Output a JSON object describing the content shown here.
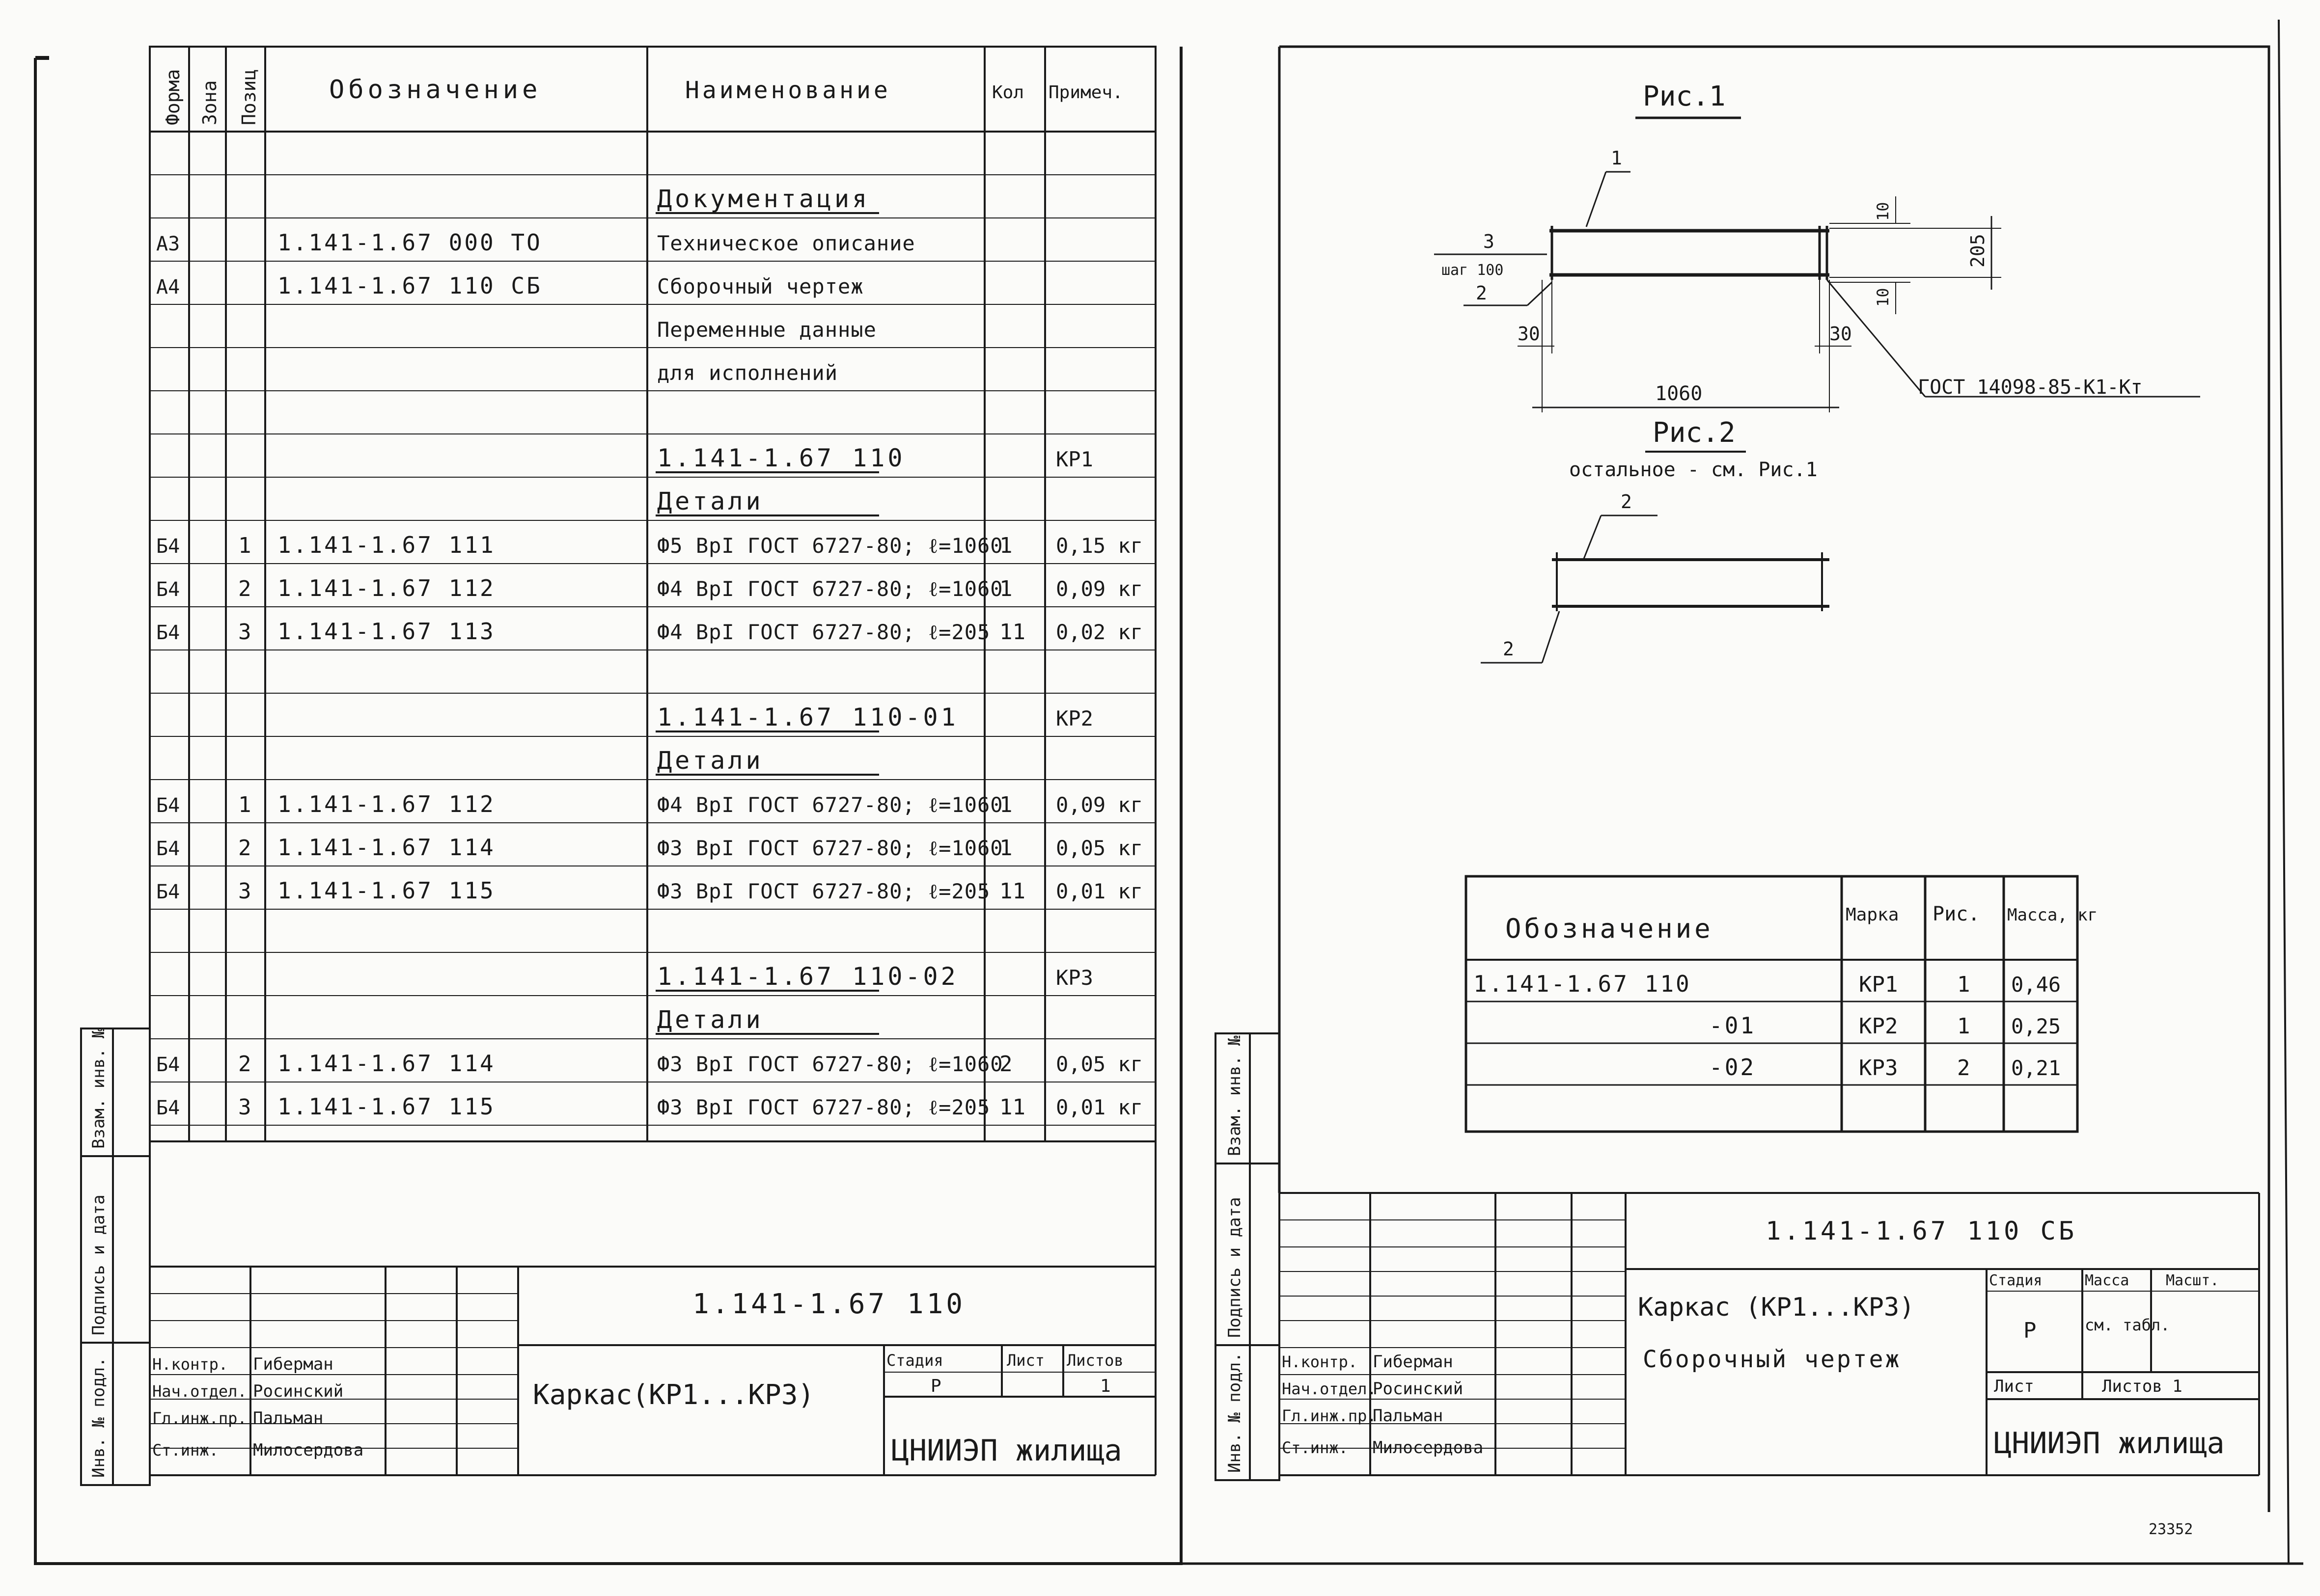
{
  "spec": {
    "header": {
      "format": "Форма",
      "zone": "Зона",
      "pos": "Позиц",
      "designation": "Обозначение",
      "name": "Наименование",
      "qty": "Кол",
      "note": "Примеч."
    },
    "rows": [
      {
        "format": "",
        "zone": "",
        "pos": "",
        "designation": "",
        "name": "",
        "qty": "",
        "note": ""
      },
      {
        "format": "",
        "zone": "",
        "pos": "",
        "designation": "",
        "name": "Документация",
        "qty": "",
        "note": "",
        "section": true
      },
      {
        "format": "А3",
        "zone": "",
        "pos": "",
        "designation": "1.141-1.67 000 ТО",
        "name": "Техническое описание",
        "qty": "",
        "note": ""
      },
      {
        "format": "А4",
        "zone": "",
        "pos": "",
        "designation": "1.141-1.67 110 СБ",
        "name": "Сборочный чертеж",
        "qty": "",
        "note": ""
      },
      {
        "format": "",
        "zone": "",
        "pos": "",
        "designation": "",
        "name": "Переменные данные",
        "qty": "",
        "note": ""
      },
      {
        "format": "",
        "zone": "",
        "pos": "",
        "designation": "",
        "name": "для исполнений",
        "qty": "",
        "note": ""
      },
      {
        "format": "",
        "zone": "",
        "pos": "",
        "designation": "",
        "name": "",
        "qty": "",
        "note": ""
      },
      {
        "format": "",
        "zone": "",
        "pos": "",
        "designation": "",
        "name": "1.141-1.67 110",
        "qty": "",
        "note": "КР1",
        "section": true
      },
      {
        "format": "",
        "zone": "",
        "pos": "",
        "designation": "",
        "name": "Детали",
        "qty": "",
        "note": "",
        "section": true
      },
      {
        "format": "Б4",
        "zone": "",
        "pos": "1",
        "designation": "1.141-1.67 111",
        "name": "Ф5 ВрI ГОСТ 6727-80; ℓ=1060",
        "qty": "1",
        "note": "0,15 кг"
      },
      {
        "format": "Б4",
        "zone": "",
        "pos": "2",
        "designation": "1.141-1.67 112",
        "name": "Ф4 ВрI ГОСТ 6727-80; ℓ=1060",
        "qty": "1",
        "note": "0,09 кг"
      },
      {
        "format": "Б4",
        "zone": "",
        "pos": "3",
        "designation": "1.141-1.67 113",
        "name": "Ф4 ВрI ГОСТ 6727-80; ℓ=205",
        "qty": "11",
        "note": "0,02 кг"
      },
      {
        "format": "",
        "zone": "",
        "pos": "",
        "designation": "",
        "name": "",
        "qty": "",
        "note": ""
      },
      {
        "format": "",
        "zone": "",
        "pos": "",
        "designation": "",
        "name": "1.141-1.67 110-01",
        "qty": "",
        "note": "КР2",
        "section": true
      },
      {
        "format": "",
        "zone": "",
        "pos": "",
        "designation": "",
        "name": "Детали",
        "qty": "",
        "note": "",
        "section": true
      },
      {
        "format": "Б4",
        "zone": "",
        "pos": "1",
        "designation": "1.141-1.67 112",
        "name": "Ф4 ВрI ГОСТ 6727-80; ℓ=1060",
        "qty": "1",
        "note": "0,09 кг"
      },
      {
        "format": "Б4",
        "zone": "",
        "pos": "2",
        "designation": "1.141-1.67 114",
        "name": "Ф3 ВрI ГОСТ 6727-80; ℓ=1060",
        "qty": "1",
        "note": "0,05 кг"
      },
      {
        "format": "Б4",
        "zone": "",
        "pos": "3",
        "designation": "1.141-1.67 115",
        "name": "Ф3 ВрI ГОСТ 6727-80; ℓ=205",
        "qty": "11",
        "note": "0,01 кг"
      },
      {
        "format": "",
        "zone": "",
        "pos": "",
        "designation": "",
        "name": "",
        "qty": "",
        "note": ""
      },
      {
        "format": "",
        "zone": "",
        "pos": "",
        "designation": "",
        "name": "1.141-1.67 110-02",
        "qty": "",
        "note": "КР3",
        "section": true
      },
      {
        "format": "",
        "zone": "",
        "pos": "",
        "designation": "",
        "name": "Детали",
        "qty": "",
        "note": "",
        "section": true
      },
      {
        "format": "Б4",
        "zone": "",
        "pos": "2",
        "designation": "1.141-1.67 114",
        "name": "Ф3 ВрI ГОСТ 6727-80; ℓ=1060",
        "qty": "2",
        "note": "0,05 кг"
      },
      {
        "format": "Б4",
        "zone": "",
        "pos": "3",
        "designation": "1.141-1.67 115",
        "name": "Ф3 ВрI ГОСТ 6727-80; ℓ=205",
        "qty": "11",
        "note": "0,01 кг"
      }
    ]
  },
  "side_labels": {
    "inv_vzam": "Взам. инв. №",
    "sign_date": "Подпись и дата",
    "inv_podl": "Инв. № подл."
  },
  "title_block_left": {
    "code": "1.141-1.67 110",
    "title": "Каркас(КР1...КР3)",
    "stage_label": "Стадия",
    "sheet_label": "Лист",
    "sheets_label": "Листов",
    "stage": "Р",
    "sheets": "1",
    "org": "ЦНИИЭП жилища",
    "roles": [
      {
        "role": "Н.контр.",
        "name": "Гиберман"
      },
      {
        "role": "Нач.отдел.",
        "name": "Росинский"
      },
      {
        "role": "Гл.инж.пр.",
        "name": "Пальман"
      },
      {
        "role": "Ст.инж.",
        "name": "Милосердова"
      }
    ]
  },
  "drawing": {
    "fig1_title": "Рис.1",
    "fig2_title": "Рис.2",
    "fig2_note": "остальное - см. Рис.1",
    "callouts": {
      "c1": "1",
      "c2": "2",
      "c3": "3",
      "step": "шаг 100",
      "fig2_c2a": "2",
      "fig2_c2b": "2"
    },
    "dims": {
      "d10a": "10",
      "d10b": "10",
      "d205": "205",
      "d30a": "30",
      "d30b": "30",
      "d1060": "1060"
    },
    "weld_note": "ГОСТ 14098-85-К1-Кт"
  },
  "marks_table": {
    "header": {
      "designation": "Обозначение",
      "mark": "Марка",
      "fig": "Рис.",
      "mass": "Масса, кг"
    },
    "rows": [
      {
        "designation": "1.141-1.67 110",
        "mark": "КР1",
        "fig": "1",
        "mass": "0,46"
      },
      {
        "designation": "-01",
        "mark": "КР2",
        "fig": "1",
        "mass": "0,25"
      },
      {
        "designation": "-02",
        "mark": "КР3",
        "fig": "2",
        "mass": "0,21"
      }
    ]
  },
  "title_block_right": {
    "code": "1.141-1.67 110 СБ",
    "title1": "Каркас (КР1...КР3)",
    "title2": "Сборочный чертеж",
    "stage_label": "Стадия",
    "mass_label": "Масса",
    "scale_label": "Масшт.",
    "stage": "Р",
    "mass": "см. табл.",
    "sheet_label": "Лист",
    "sheets_label": "Листов 1",
    "org": "ЦНИИЭП жилища",
    "roles": [
      {
        "role": "Н.контр.",
        "name": "Гиберман"
      },
      {
        "role": "Нач.отдел.",
        "name": "Росинский"
      },
      {
        "role": "Гл.инж.пр.",
        "name": "Пальман"
      },
      {
        "role": "Ст.инж.",
        "name": "Милосердова"
      }
    ]
  },
  "page_number": "23352"
}
